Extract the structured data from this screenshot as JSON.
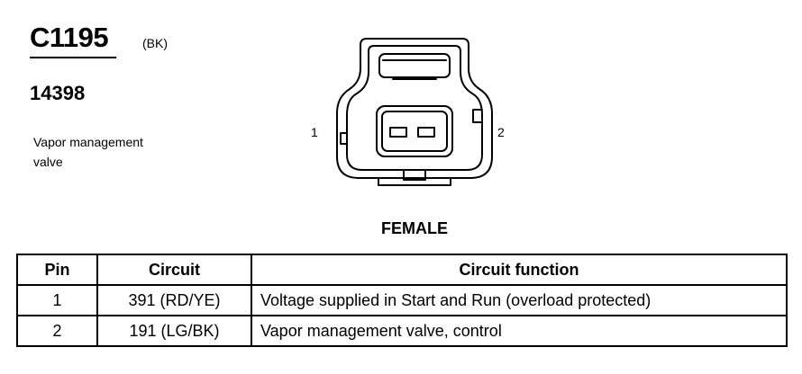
{
  "connector": {
    "id": "C1195",
    "color_code": "(BK)",
    "part_number": "14398",
    "component_line1": "Vapor management",
    "component_line2": "valve",
    "pin_label_left": "1",
    "pin_label_right": "2",
    "gender": "FEMALE"
  },
  "table": {
    "headers": {
      "pin": "Pin",
      "circuit": "Circuit",
      "function": "Circuit function"
    },
    "rows": [
      {
        "pin": "1",
        "circuit": "391 (RD/YE)",
        "function": "Voltage supplied in Start and Run (overload protected)"
      },
      {
        "pin": "2",
        "circuit": "191 (LG/BK)",
        "function": "Vapor management valve, control"
      }
    ]
  }
}
